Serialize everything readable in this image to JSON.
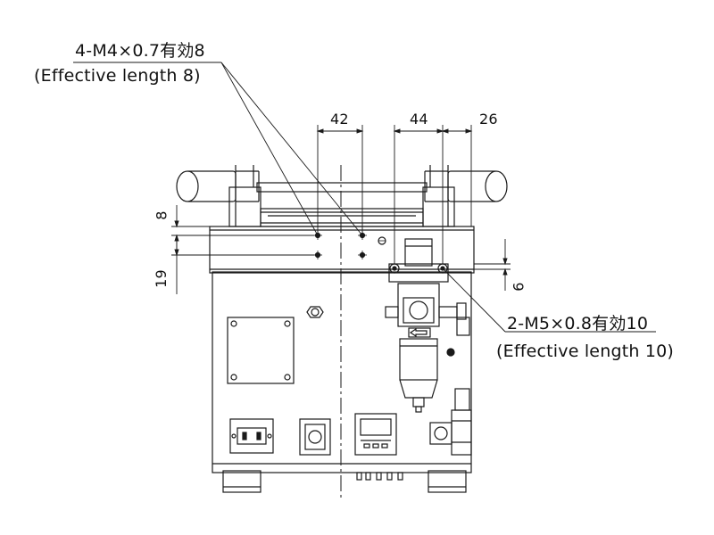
{
  "callouts": {
    "top_thread": "4-M4×0.7有効8",
    "top_effective": "(Effective length 8)",
    "right_thread": "2-M5×0.8有効10",
    "right_effective": "(Effective length 10)"
  },
  "dimensions": {
    "d42": "42",
    "d44": "44",
    "d26": "26",
    "d8": "8",
    "d19": "19",
    "d6": "6"
  },
  "colors": {
    "line": "#1a1a1a",
    "background": "#ffffff"
  }
}
